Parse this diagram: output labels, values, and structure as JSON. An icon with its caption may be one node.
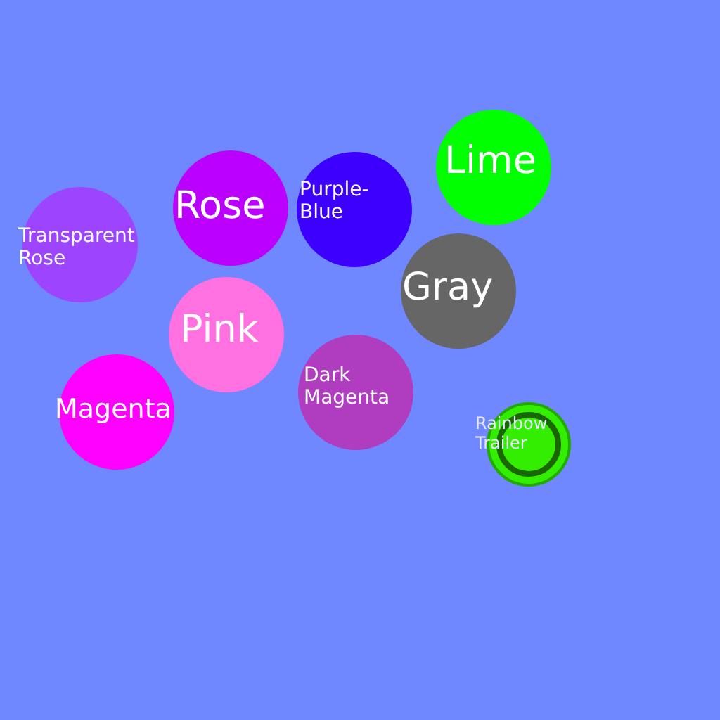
{
  "diagram": {
    "nodes": [
      {
        "text": [
          "Lime"
        ]
      },
      {
        "text": [
          "Rose"
        ]
      },
      {
        "text": [
          "Purple-Blue"
        ]
      },
      {
        "text": [
          "Transparent Rose"
        ]
      },
      {
        "text": [
          "Gray"
        ]
      },
      {
        "text": [
          "Pink"
        ]
      },
      {
        "text": [
          "Dark Magenta"
        ]
      },
      {
        "text": [
          "Magenta"
        ]
      },
      {
        "text": [
          "Rainbow Trailer"
        ]
      }
    ]
  }
}
